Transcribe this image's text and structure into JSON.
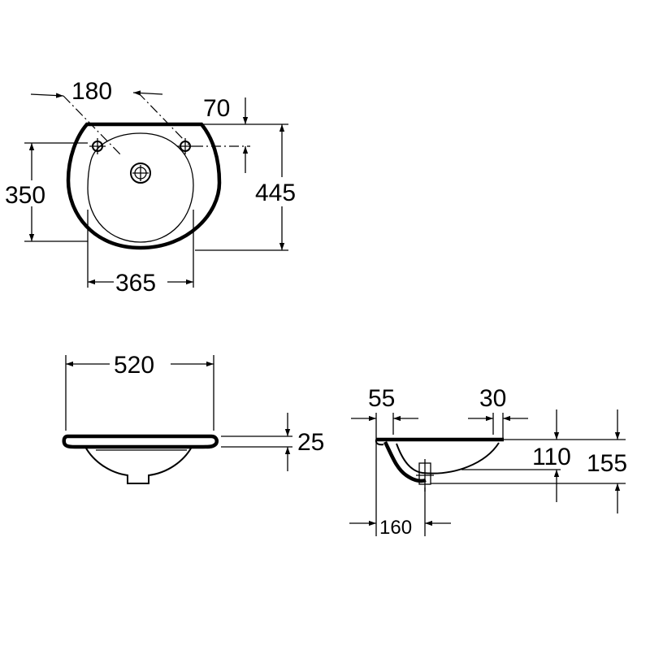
{
  "top_view": {
    "dim_tap_spacing": "180",
    "dim_tap_offset": "70",
    "dim_bowl_depth": "350",
    "dim_overall_depth": "445",
    "dim_bowl_width": "365"
  },
  "front_view": {
    "dim_overall_width": "520",
    "dim_rim_thickness": "25"
  },
  "side_view": {
    "dim_rim_back": "55",
    "dim_rim_front": "30",
    "dim_bowl_height": "110",
    "dim_overall_height": "155",
    "dim_waste_offset": "160"
  }
}
